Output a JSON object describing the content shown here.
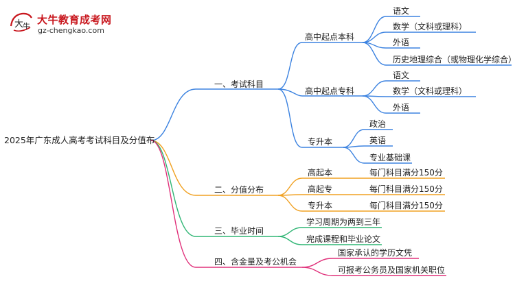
{
  "logo": {
    "mark_text": "大牛",
    "brand": "大牛教育成考网",
    "domain": "gz-chengkao.com"
  },
  "colors": {
    "blue": "#3b82e0",
    "orange": "#f0a020",
    "green": "#2fb574",
    "magenta": "#e0307a",
    "brand_red": "#c8161d"
  },
  "mindmap": {
    "root": "2025年广东成人高考考试科目及分值布",
    "branches": [
      {
        "label": "一、考试科目",
        "groups": [
          {
            "label": "高中起点本科",
            "items": [
              "语文",
              "数学（文科或理科）",
              "外语",
              "历史地理综合（或物理化学综合）"
            ]
          },
          {
            "label": "高中起点专科",
            "items": [
              "语文",
              "数学（文科或理科）",
              "外语"
            ]
          },
          {
            "label": "专升本",
            "items": [
              "政治",
              "英语",
              "专业基础课"
            ]
          }
        ]
      },
      {
        "label": "二、分值分布",
        "pairs": [
          {
            "label": "高起本",
            "value": "每门科目满分150分"
          },
          {
            "label": "高起专",
            "value": "每门科目满分150分"
          },
          {
            "label": "专升本",
            "value": "每门科目满分150分"
          }
        ]
      },
      {
        "label": "三、毕业时间",
        "items": [
          "学习周期为两到三年",
          "完成课程和毕业论文"
        ]
      },
      {
        "label": "四、含金量及考公机会",
        "items": [
          "国家承认的学历文凭",
          "可报考公务员及国家机关职位"
        ]
      }
    ]
  }
}
